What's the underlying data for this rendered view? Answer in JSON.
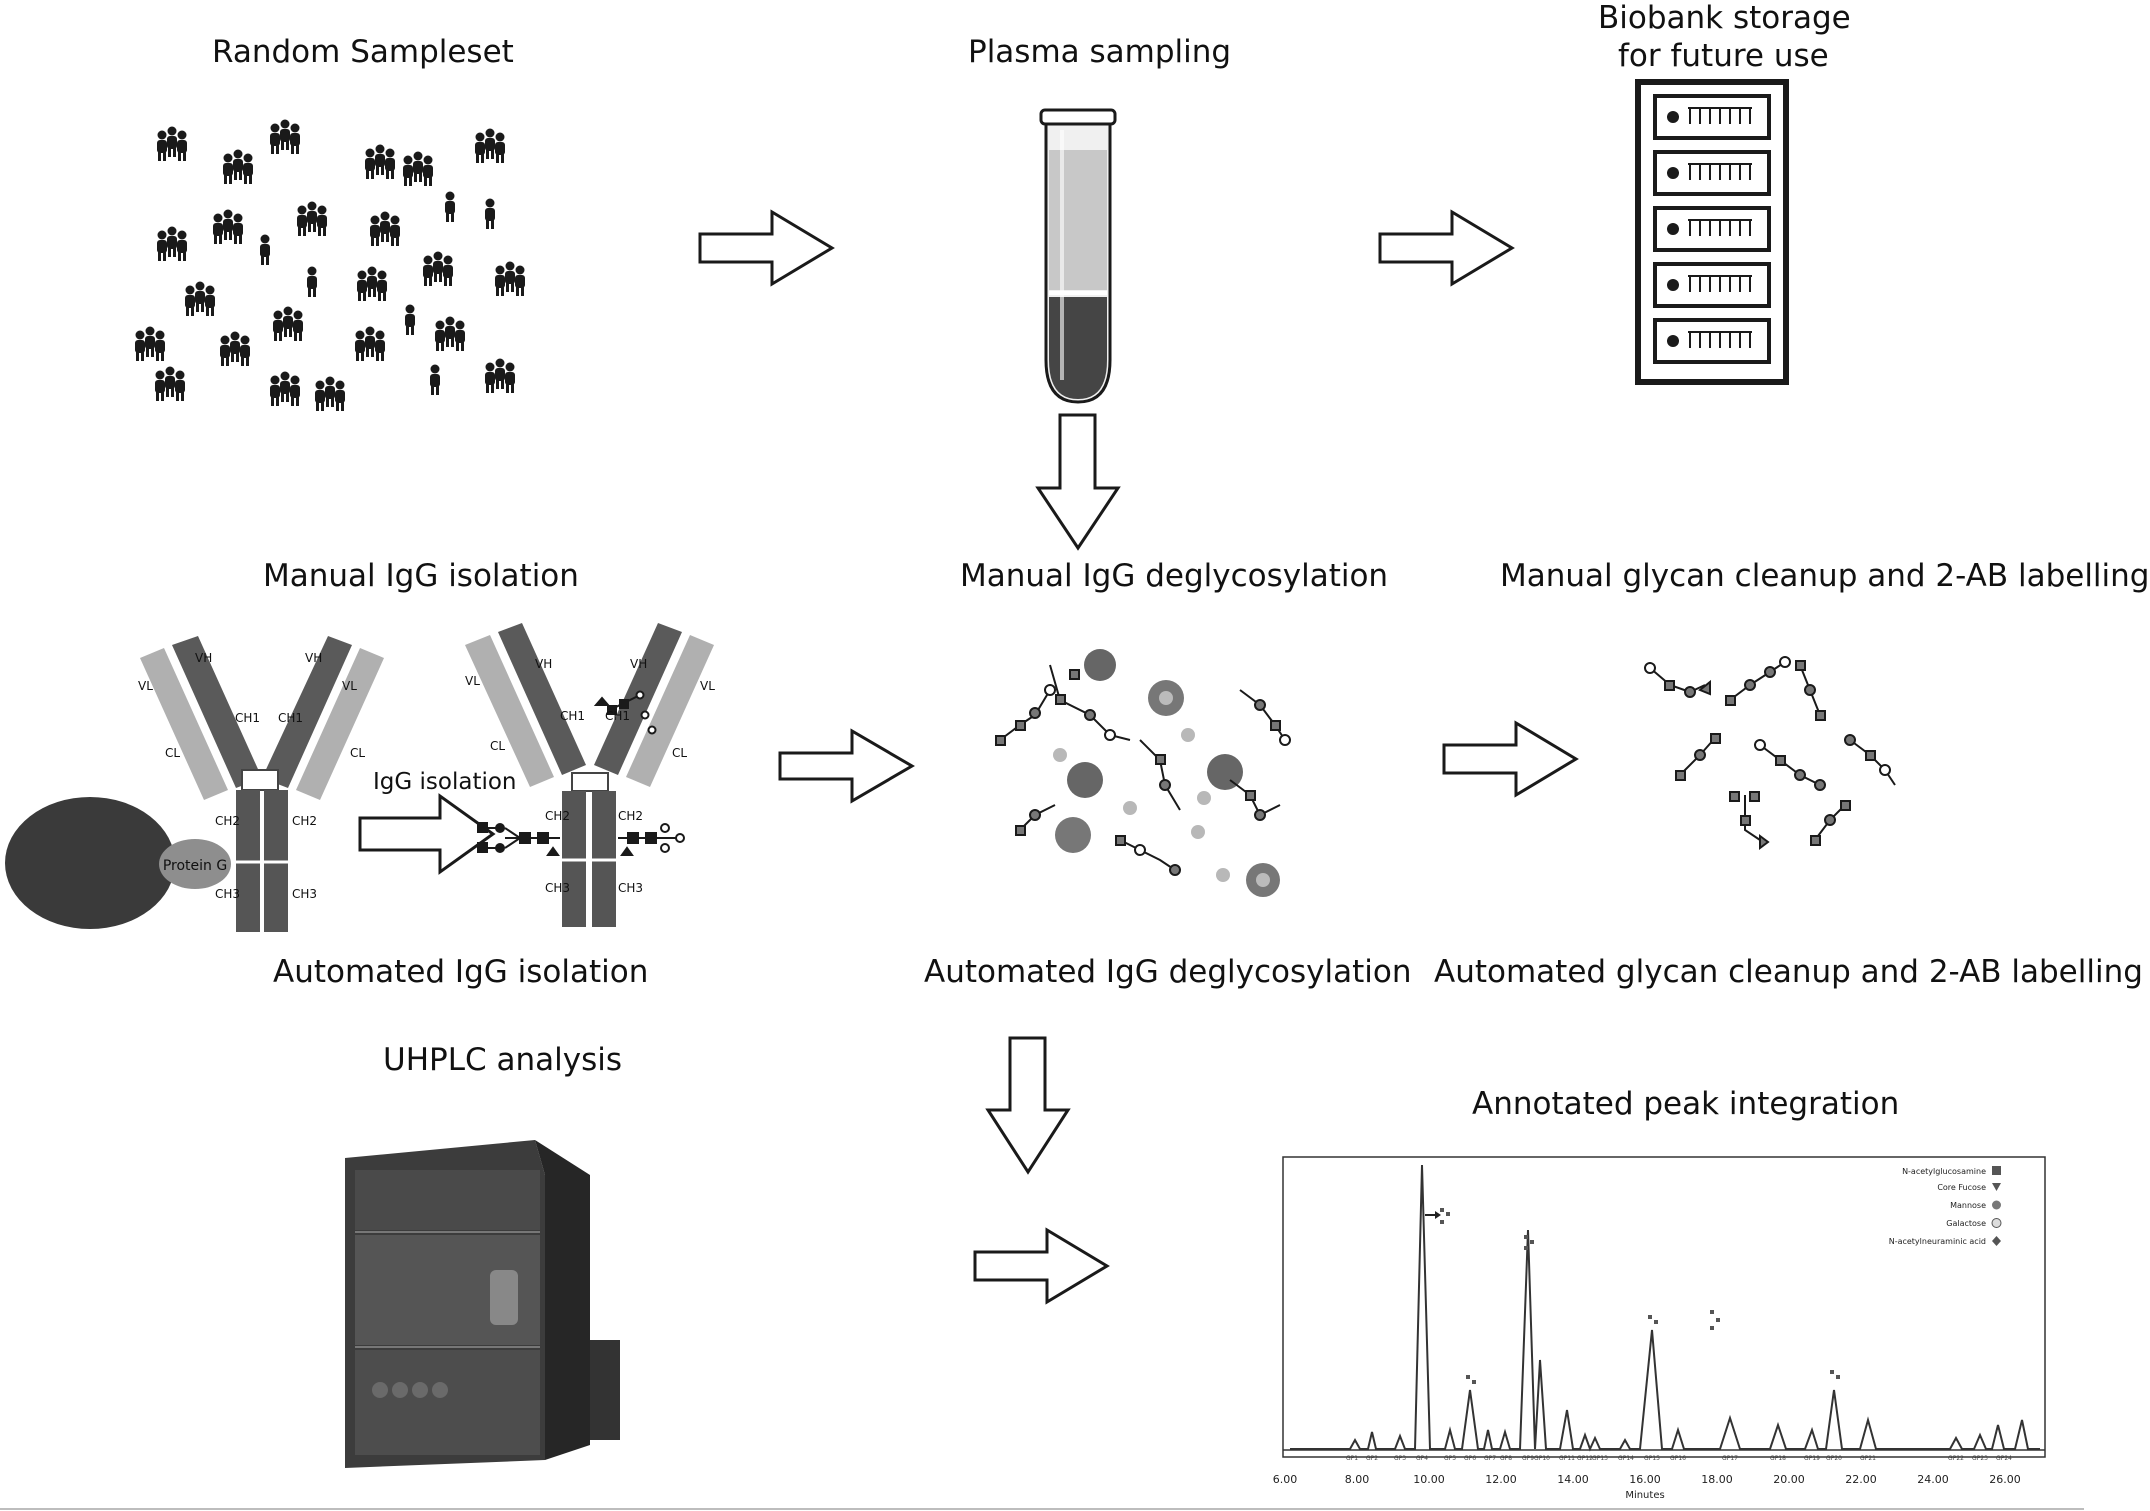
{
  "labels": {
    "random_sampleset": "Random Sampleset",
    "plasma_sampling": "Plasma sampling",
    "biobank_line1": "Biobank storage",
    "biobank_line2": "for future use",
    "manual_igg_isolation": "Manual IgG isolation",
    "manual_deglycosylation": "Manual IgG deglycosylation",
    "manual_cleanup": "Manual glycan cleanup and 2-AB labelling",
    "igg_isolation_arrow": "IgG isolation",
    "protein_g": "Protein G",
    "automated_igg_isolation": "Automated  IgG isolation",
    "automated_deglycosylation": "Automated IgG deglycosylation",
    "automated_cleanup": "Automated  glycan cleanup and 2-AB labelling",
    "uhplc_analysis": "UHPLC analysis",
    "annotated_peak_integration": "Annotated peak integration"
  },
  "antibody_domains": {
    "vl": "VL",
    "vh": "VH",
    "ch1": "CH1",
    "cl": "CL",
    "ch2": "CH2",
    "ch3": "CH3"
  },
  "chromatogram_legend": [
    {
      "label": "N-acetylglucosamine",
      "symbol": "square"
    },
    {
      "label": "Core Fucose",
      "symbol": "triangle"
    },
    {
      "label": "Mannose",
      "symbol": "circle-dark"
    },
    {
      "label": "Galactose",
      "symbol": "circle-light"
    },
    {
      "label": "N-acetylneuraminic acid",
      "symbol": "diamond"
    }
  ],
  "chromatogram": {
    "x_ticks": [
      "6.00",
      "8.00",
      "10.00",
      "12.00",
      "14.00",
      "16.00",
      "18.00",
      "20.00",
      "22.00",
      "24.00",
      "26.00"
    ],
    "x_label": "Minutes",
    "peak_labels": [
      "GP1",
      "GP2",
      "GP3",
      "GP4",
      "GP5",
      "GP6",
      "GP7",
      "GP8",
      "GP9",
      "GP10",
      "GP11",
      "GP12",
      "GP13",
      "GP14",
      "GP15",
      "GP16",
      "GP17",
      "GP18",
      "GP19",
      "GP20",
      "GP21",
      "GP22",
      "GP23",
      "GP24"
    ]
  },
  "colors": {
    "dark_gray": "#4a4a4a",
    "mid_gray": "#6e6e6e",
    "light_gray": "#b5b5b5",
    "black": "#1a1a1a"
  }
}
